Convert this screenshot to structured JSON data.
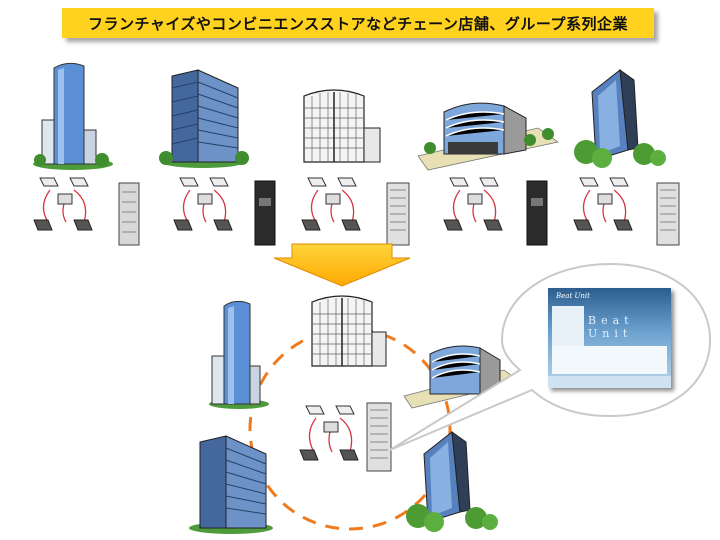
{
  "title": "フランチャイズやコンビニエンスストアなどチェーン店舗、グループ系列企業",
  "website": {
    "logo_text": "Beat Unit",
    "hero_text": "Beat Unit"
  },
  "colors": {
    "banner": "#ffd21f",
    "arrow": "#ffb300",
    "dash_ring": "#f07a1e",
    "network_link": "#d9343b",
    "glass_blue": "#5b8fd6"
  }
}
